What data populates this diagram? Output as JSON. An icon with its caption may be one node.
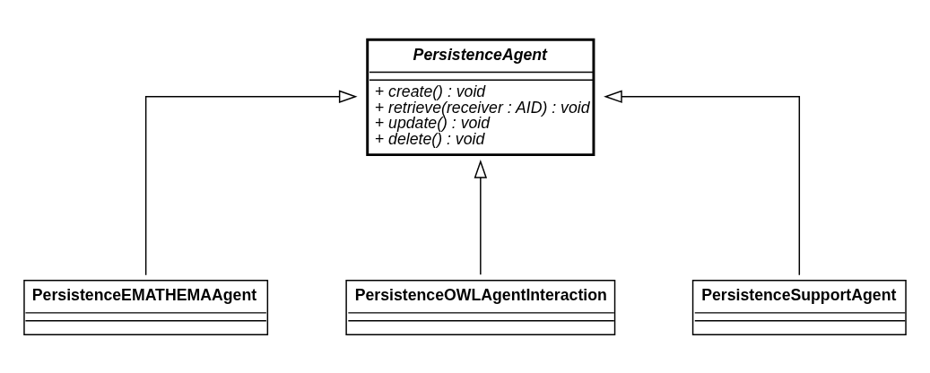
{
  "diagram": {
    "nodes": [
      {
        "text": [
          "PersistenceAgent",
          "+ create() : void",
          "+ retrieve(receiver : AID) : void",
          "+ update() : void",
          "+ delete() : void"
        ]
      },
      {
        "text": [
          "PersistenceEMATHEMAAgent"
        ]
      },
      {
        "text": [
          "PersistenceOWLAgentInteraction"
        ]
      },
      {
        "text": [
          "PersistenceSupportAgent"
        ]
      }
    ],
    "edges": [
      {
        "from": 1,
        "to": 0,
        "arrow": "to"
      },
      {
        "from": 2,
        "to": 0,
        "arrow": "to"
      },
      {
        "from": 3,
        "to": 0,
        "arrow": "to"
      }
    ]
  }
}
